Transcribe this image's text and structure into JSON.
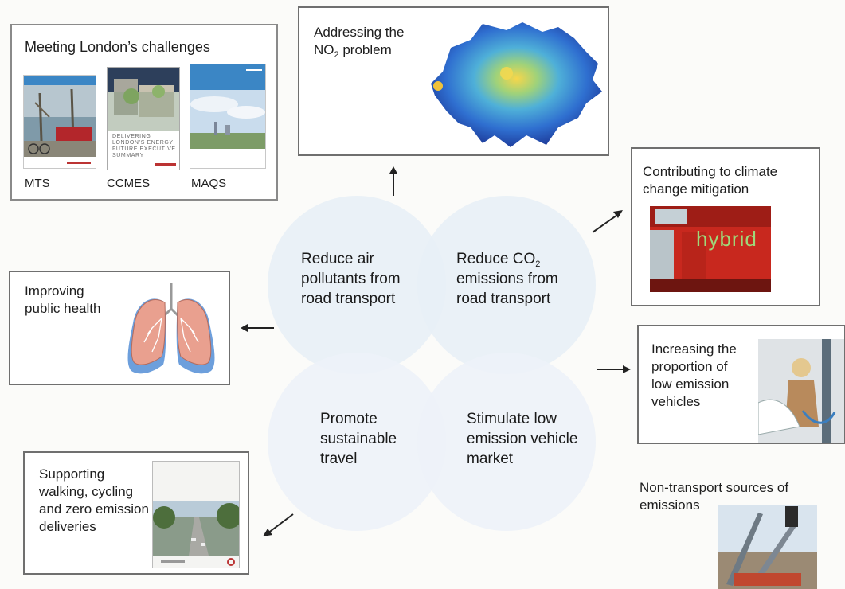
{
  "challenges": {
    "title": "Meeting London’s challenges",
    "docs": [
      "MTS",
      "CCMES",
      "MAQS"
    ],
    "ccmes_cover_text": "DELIVERING LONDON’S ENERGY FUTURE EXECUTIVE SUMMARY"
  },
  "no2": {
    "line1": "Addressing the",
    "line2_prefix": "NO",
    "line2_sub": "2",
    "line2_suffix": " problem"
  },
  "climate": {
    "title": "Contributing to climate change mitigation",
    "bus_text": "hybrid"
  },
  "health": {
    "title": "Improving public health"
  },
  "lowem": {
    "title": "Increasing the proportion of low emission vehicles"
  },
  "walking": {
    "title": "Supporting walking, cycling and zero emission deliveries"
  },
  "nontransport": {
    "title": "Non-transport sources of emissions"
  },
  "center": {
    "reduce_air": "Reduce air pollutants from road transport",
    "reduce_co2_prefix": "Reduce CO",
    "reduce_co2_sub": "2",
    "reduce_co2_suffix": "emissions from road transport",
    "promote": "Promote sustainable travel",
    "stimulate": "Stimulate low emission vehicle market"
  },
  "colors": {
    "border": "#6f6f6f",
    "circle": "#e6eef6",
    "bus_red": "#c8281e",
    "map_blue": "#2f6fd0",
    "lung_pink": "#e9a08f",
    "lung_blue": "#6d9fdc"
  }
}
